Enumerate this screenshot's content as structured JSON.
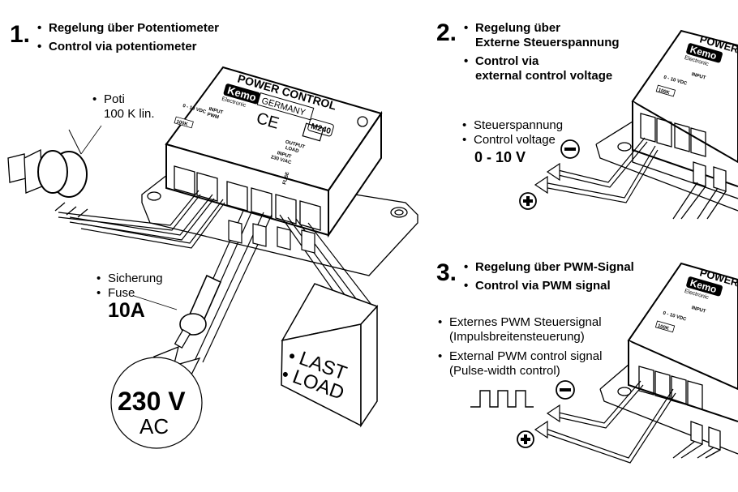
{
  "section1": {
    "number": "1.",
    "lines": [
      "Regelung über Potentiometer",
      "Control via potentiometer"
    ],
    "poti_label": [
      "Poti",
      "100 K lin."
    ],
    "fuse_label": [
      "Sicherung",
      "Fuse"
    ],
    "fuse_value": "10A",
    "mains_voltage": "230 V",
    "mains_type": "AC",
    "load_label": [
      "LAST",
      "LOAD"
    ]
  },
  "device": {
    "title": "POWER CONTROL",
    "brand": "Kemo",
    "brand_sub": "Electronic",
    "origin": "GERMANY",
    "model": "M240",
    "ce_mark": "CE",
    "input_pwm": [
      "INPUT",
      "PWM"
    ],
    "vdc_range": "0 - 10 VDC",
    "resistor": "100K",
    "output_load": [
      "OUTPUT",
      "LOAD"
    ],
    "input_ac": [
      "INPUT",
      "230 V/AC"
    ],
    "fuse_mark": "FUSE"
  },
  "section2": {
    "number": "2.",
    "lines_de": [
      "Regelung über",
      "Externe Steuerspannung"
    ],
    "lines_en": [
      "Control via",
      "external control voltage"
    ],
    "label_de": "Steuerspannung",
    "label_en": "Control voltage",
    "range": "0 - 10 V",
    "minus_icon": "minus-circle",
    "plus_icon": "plus-circle"
  },
  "section3": {
    "number": "3.",
    "lines": [
      "Regelung über PWM-Signal",
      "Control via PWM signal"
    ],
    "label_de": [
      "Externes PWM Steuersignal",
      "(Impulsbreitensteuerung)"
    ],
    "label_en": [
      "External PWM control signal",
      "(Pulse-width control)"
    ],
    "minus_icon": "minus-circle",
    "plus_icon": "plus-circle"
  }
}
